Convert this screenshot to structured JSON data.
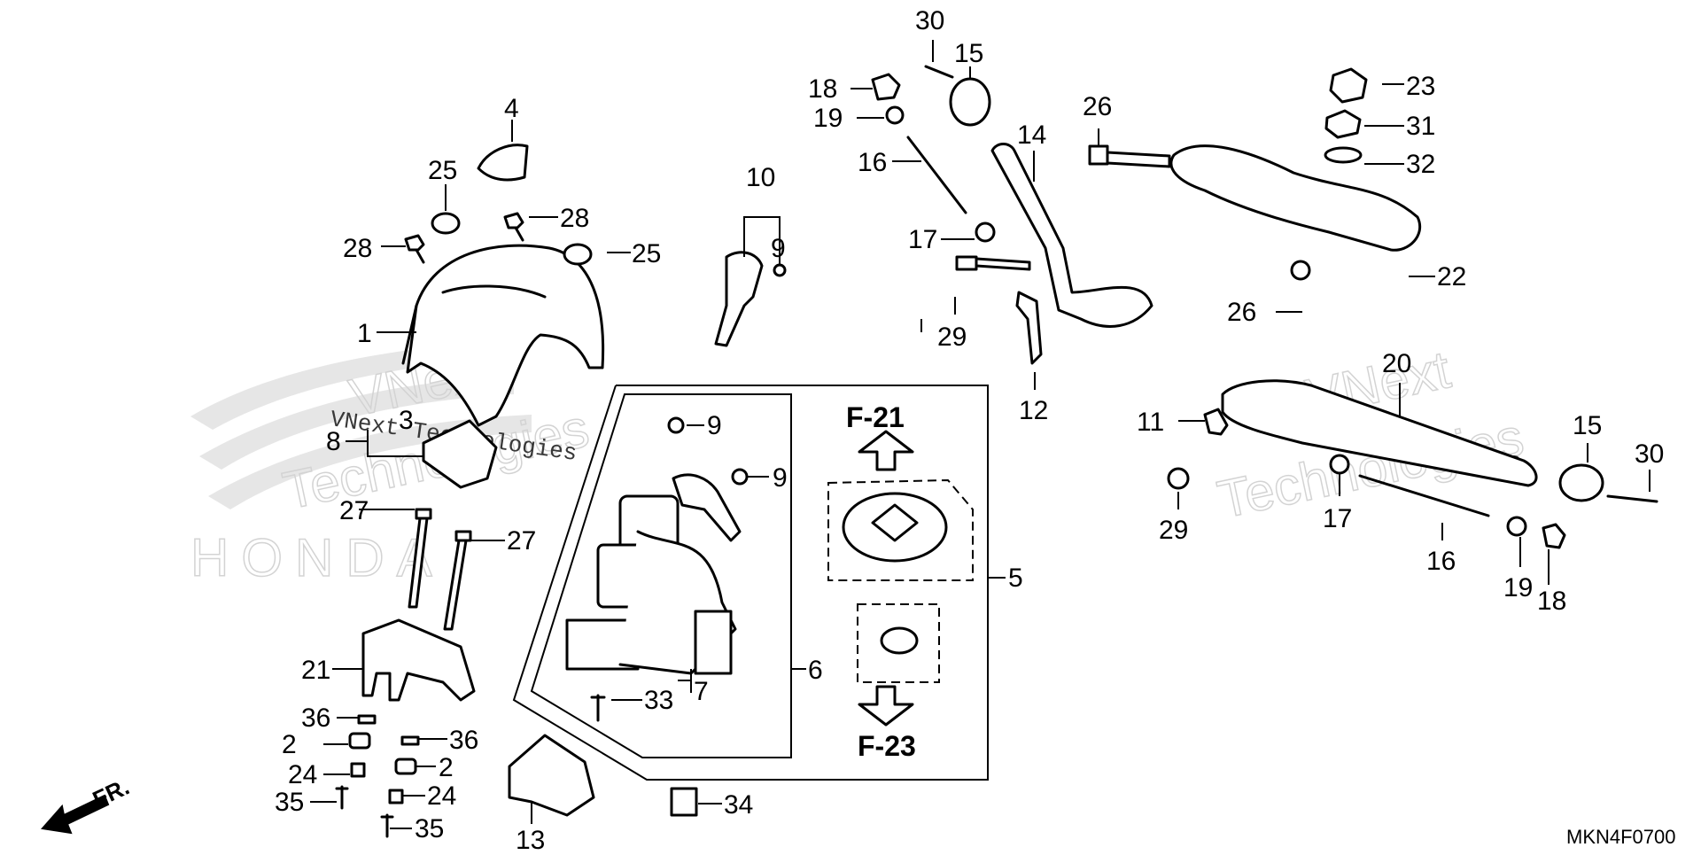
{
  "diagram": {
    "drawing_code": "MKN4F0700",
    "direction_label": "FR.",
    "references": {
      "upper": "F-21",
      "lower": "F-23"
    },
    "watermark": {
      "brand": "HONDA",
      "company_lines": [
        "VNext",
        "Technologies"
      ],
      "company_inline": "VNext Technologies"
    },
    "callouts": [
      "30",
      "15",
      "18",
      "19",
      "16",
      "17",
      "14",
      "29",
      "12",
      "26",
      "23",
      "31",
      "32",
      "22",
      "4",
      "25",
      "28",
      "28",
      "25",
      "1",
      "10",
      "9",
      "8",
      "3",
      "27",
      "27",
      "9",
      "9",
      "21",
      "36",
      "2",
      "24",
      "35",
      "36",
      "2",
      "24",
      "35",
      "13",
      "6",
      "7",
      "33",
      "34",
      "5",
      "11",
      "20",
      "15",
      "30",
      "29",
      "17",
      "16",
      "19",
      "18",
      "26"
    ]
  }
}
